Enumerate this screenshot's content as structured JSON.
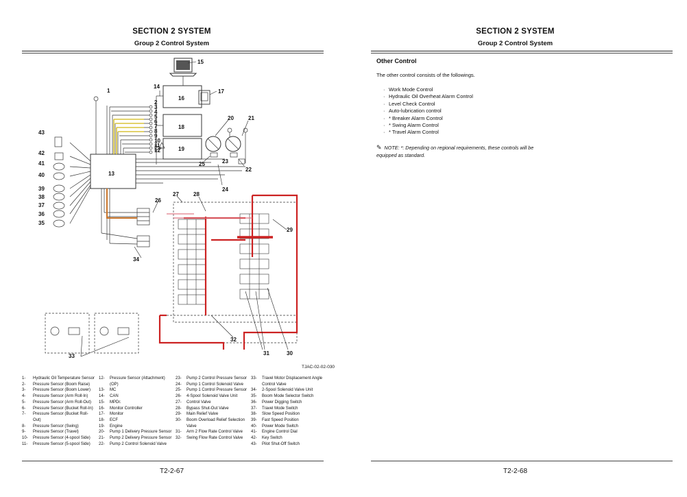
{
  "left_page": {
    "section_title": "SECTION 2 SYSTEM",
    "group_title": "Group 2 Control System",
    "figure_id": "TJAC-02-02-030",
    "page_number": "T2-2-67",
    "callouts": [
      "1",
      "2",
      "3",
      "4",
      "5",
      "6",
      "7",
      "8",
      "9",
      "10",
      "11",
      "12",
      "13",
      "14",
      "15",
      "16",
      "17",
      "18",
      "19",
      "20",
      "21",
      "22",
      "23",
      "24",
      "25",
      "26",
      "27",
      "28",
      "29",
      "30",
      "31",
      "32",
      "33",
      "34",
      "35",
      "36",
      "37",
      "38",
      "39",
      "40",
      "41",
      "42",
      "43"
    ],
    "legend_columns": [
      [
        {
          "num": "1-",
          "text": "Hydraulic Oil Temperature Sensor"
        },
        {
          "num": "2-",
          "text": "Pressure Sensor (Boom Raise)"
        },
        {
          "num": "3-",
          "text": "Pressure Sensor (Boom Lower)"
        },
        {
          "num": "4-",
          "text": "Pressure Sensor (Arm Roll-In)"
        },
        {
          "num": "5-",
          "text": "Pressure Sensor (Arm Roll-Out)"
        },
        {
          "num": "6-",
          "text": "Pressure Sensor (Bucket Roll-In)"
        },
        {
          "num": "7-",
          "text": "Pressure Sensor (Bucket Roll-Out)"
        },
        {
          "num": "8-",
          "text": "Pressure Sensor (Swing)"
        },
        {
          "num": "9-",
          "text": "Pressure Sensor (Travel)"
        },
        {
          "num": "10-",
          "text": "Pressure Sensor (4-spool Side)"
        },
        {
          "num": "11-",
          "text": "Pressure Sensor (5-spool Side)"
        }
      ],
      [
        {
          "num": "12-",
          "text": "Pressure Sensor (Attachment) (OP)"
        },
        {
          "num": "13-",
          "text": "MC"
        },
        {
          "num": "14-",
          "text": "CAN"
        },
        {
          "num": "15-",
          "text": "MPDr."
        },
        {
          "num": "16-",
          "text": "Monitor Controller"
        },
        {
          "num": "17-",
          "text": "Monitor"
        },
        {
          "num": "18-",
          "text": "ECF"
        },
        {
          "num": "19-",
          "text": "Engine"
        },
        {
          "num": "20-",
          "text": "Pump 1 Delivery Pressure Sensor"
        },
        {
          "num": "21-",
          "text": "Pump 2 Delivery Pressure Sensor"
        },
        {
          "num": "22-",
          "text": "Pump 2 Control Solenoid Valve"
        }
      ],
      [
        {
          "num": "23-",
          "text": "Pump 2 Control Pressure Sensor"
        },
        {
          "num": "24-",
          "text": "Pump 1 Control Solenoid Valve"
        },
        {
          "num": "25-",
          "text": "Pump 1 Control Pressure Sensor"
        },
        {
          "num": "26-",
          "text": "4-Spool Solenoid Valve Unit"
        },
        {
          "num": "27-",
          "text": "Control Valve"
        },
        {
          "num": "28-",
          "text": "Bypass Shut-Out Valve"
        },
        {
          "num": "29-",
          "text": "Main Relief Valve"
        },
        {
          "num": "30-",
          "text": "Boom Overload Relief Selection Valve"
        },
        {
          "num": "31-",
          "text": "Arm 2 Flow Rate Control Valve"
        },
        {
          "num": "32-",
          "text": "Swing Flow Rate Control Valve"
        }
      ],
      [
        {
          "num": "33-",
          "text": "Travel Motor Displacement Angle Control Valve"
        },
        {
          "num": "34-",
          "text": "2-Spool Solenoid Valve Unit"
        },
        {
          "num": "35-",
          "text": "Boom Mode Selector Switch"
        },
        {
          "num": "36-",
          "text": "Power Digging Switch"
        },
        {
          "num": "37-",
          "text": "Travel Mode Switch"
        },
        {
          "num": "38-",
          "text": "Slow Speed Position"
        },
        {
          "num": "39-",
          "text": "Fast Speed Position"
        },
        {
          "num": "40-",
          "text": "Power Mode Switch"
        },
        {
          "num": "41-",
          "text": "Engine Control Dial"
        },
        {
          "num": "42-",
          "text": "Key Switch"
        },
        {
          "num": "43-",
          "text": "Pilot Shut-Off Switch"
        }
      ]
    ]
  },
  "right_page": {
    "section_title": "SECTION 2 SYSTEM",
    "group_title": "Group 2 Control System",
    "heading": "Other Control",
    "intro": "The other control consists of the followings.",
    "items": [
      "Work Mode Control",
      "Hydraulic Oil Overheat Alarm Control",
      "Level Check Control",
      "Auto-lubrication control",
      "* Breaker Alarm Control",
      "* Swing Alarm Control",
      "* Travel Alarm Control"
    ],
    "note_label": "NOTE:",
    "note_text": "*: Depending on regional requirements, these controls will be equipped as standard.",
    "page_number": "T2-2-68"
  },
  "colors": {
    "hydraulic_red": "#cc2222",
    "signal_yellow": "#d9c33a",
    "signal_orange": "#c8742a",
    "text": "#111111"
  },
  "icons": {
    "note_icon": "pencil-icon"
  }
}
